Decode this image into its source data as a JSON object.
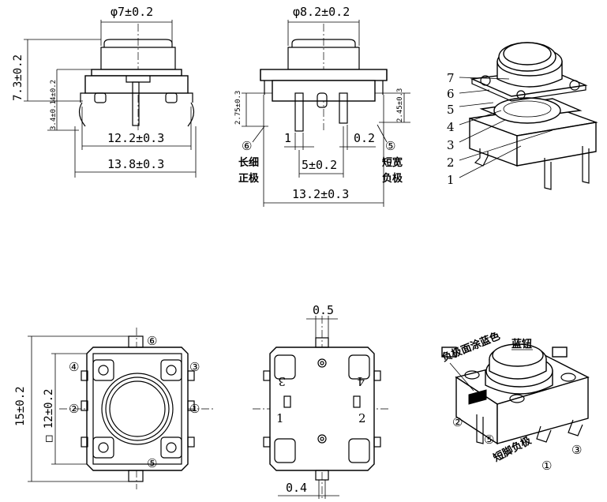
{
  "side_view_left": {
    "top_dim": "φ7±0.2",
    "left_dim_height": "7.3±0.2",
    "left_dim_upper": "4±0.2",
    "left_dim_lower": "3.4±0.1",
    "bottom_dim_inner": "12.2±0.3",
    "bottom_dim_outer": "13.8±0.3"
  },
  "side_view_right": {
    "top_dim": "φ8.2±0.2",
    "left_small_dim": "2.75±0.3",
    "right_small_dim": "2.45±0.3",
    "dim_pin_width": "1",
    "dim_pin_thick": "0.2",
    "dim_pitch": "5±0.2",
    "dim_total": "13.2±0.3",
    "pin6_num": "⑥",
    "pin6_label1": "长细",
    "pin6_label2": "正极",
    "pin5_num": "⑤",
    "pin5_label1": "短宽",
    "pin5_label2": "负极"
  },
  "exploded_view": {
    "part_numbers": [
      "7",
      "6",
      "5",
      "4",
      "3",
      "2",
      "1"
    ]
  },
  "bottom_view_left": {
    "dim_height": "15±0.2",
    "dim_square": "□ 12±0.2",
    "pin_labels": [
      "⑥",
      "④",
      "③",
      "②",
      "①",
      "⑤"
    ]
  },
  "bottom_view_middle": {
    "dim_top": "0.5",
    "dim_bottom": "0.4",
    "pad_labels": [
      "3",
      "4",
      "1",
      "2"
    ]
  },
  "iso_view": {
    "label_neg_blue": "负极面涂蓝色",
    "label_cap": "蓝钮",
    "label_short_neg": "短脚负极",
    "pin_labels": [
      "②",
      "⑤",
      "①",
      "③"
    ]
  }
}
